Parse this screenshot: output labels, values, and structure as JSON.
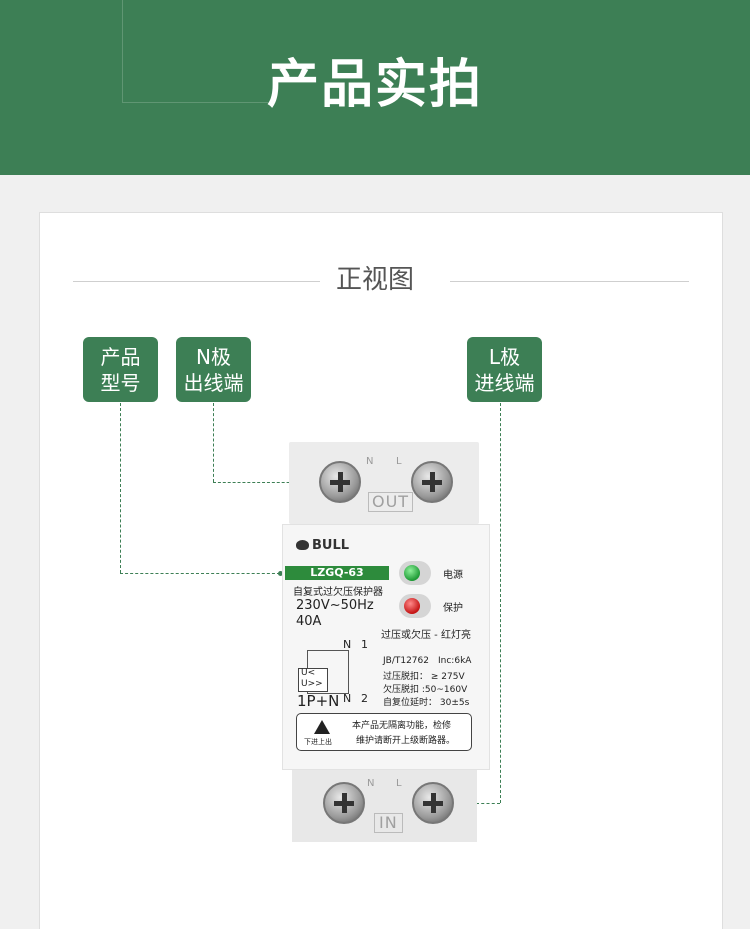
{
  "header": {
    "title": "产品实拍",
    "bg_color": "#3d7f55"
  },
  "section": {
    "title": "正视图"
  },
  "tags": [
    {
      "line1": "产品",
      "line2": "型号"
    },
    {
      "line1": "N极",
      "line2": "出线端"
    },
    {
      "line1": "L极",
      "line2": "进线端"
    }
  ],
  "device": {
    "top_n": "N",
    "top_l": "L",
    "out_label": "OUT",
    "brand": "BULL",
    "model": "LZGQ-63",
    "name": "自复式过欠压保护器",
    "rating_voltage": "230V~50Hz",
    "rating_current": "40A",
    "led_power": "电源",
    "led_protect": "保护",
    "indicator_note": "过压或欠压 - 红灯亮",
    "terminal_n": "N",
    "terminal_1": "1",
    "terminal_2": "2",
    "u_under": "U<",
    "u_over": "U>>",
    "poles": "1P+N",
    "standard": "JB/T12762",
    "inc": "Inc:6kA",
    "overvoltage": "过压脱扣： ≥ 275V",
    "undervoltage": "欠压脱扣 :50~160V",
    "reset_delay": "自复位延时： 30±5s",
    "warning_line1": "本产品无隔离功能，检修",
    "warning_line2": "维护请断开上级断路器。",
    "wiring": "下进上出",
    "bottom_n": "N",
    "bottom_l": "L",
    "in_label": "IN"
  }
}
